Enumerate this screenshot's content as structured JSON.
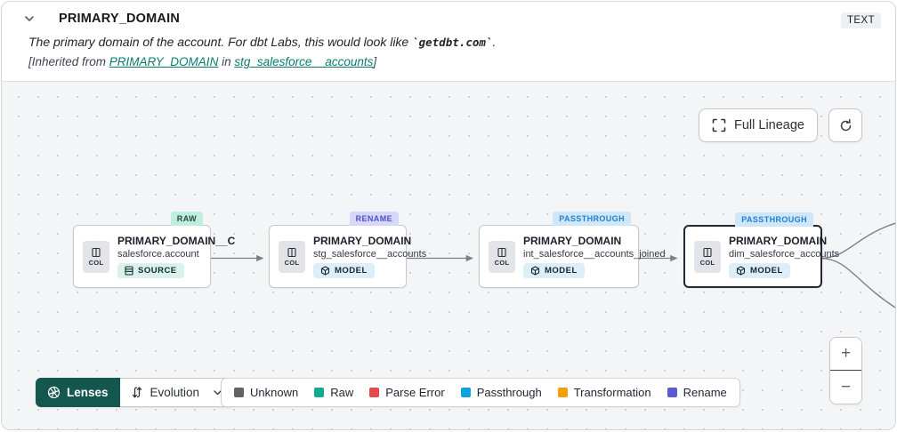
{
  "header": {
    "title": "PRIMARY_DOMAIN",
    "type_badge": "TEXT",
    "description_prefix": "The primary domain of the account. For dbt Labs, this would look like ",
    "description_code": "`getdbt.com`",
    "description_suffix": ".",
    "inherited_prefix": "[Inherited from ",
    "inherited_link_column": "PRIMARY_DOMAIN",
    "inherited_mid": " in ",
    "inherited_link_model": "stg_salesforce__accounts",
    "inherited_suffix": "]"
  },
  "toolbar": {
    "full_lineage_label": "Full Lineage"
  },
  "nodes": [
    {
      "tag": "RAW",
      "tag_bg": "#bfeede",
      "tag_fg": "#1d4e46",
      "title": "PRIMARY_DOMAIN__C",
      "subtitle": "salesforce.account",
      "kind": "SOURCE",
      "col_label": "COL"
    },
    {
      "tag": "RENAME",
      "tag_bg": "#d6d7f9",
      "tag_fg": "#4f51c4",
      "title": "PRIMARY_DOMAIN",
      "subtitle": "stg_salesforce__accounts",
      "kind": "MODEL",
      "col_label": "COL"
    },
    {
      "tag": "PASSTHROUGH",
      "tag_bg": "#cfe7f8",
      "tag_fg": "#1f7fd1",
      "title": "PRIMARY_DOMAIN",
      "subtitle": "int_salesforce__accounts_joined",
      "kind": "MODEL",
      "col_label": "COL"
    },
    {
      "tag": "PASSTHROUGH",
      "tag_bg": "#cfe7f8",
      "tag_fg": "#1f7fd1",
      "title": "PRIMARY_DOMAIN",
      "subtitle": "dim_salesforce_accounts",
      "kind": "MODEL",
      "col_label": "COL"
    }
  ],
  "footer": {
    "lenses_label": "Lenses",
    "lens_selected": "Evolution",
    "legend": [
      {
        "label": "Unknown",
        "color": "#5f6368"
      },
      {
        "label": "Raw",
        "color": "#16a894"
      },
      {
        "label": "Parse Error",
        "color": "#e5484d"
      },
      {
        "label": "Passthrough",
        "color": "#0ea3dd"
      },
      {
        "label": "Transformation",
        "color": "#f2a105"
      },
      {
        "label": "Rename",
        "color": "#5b5bd6"
      }
    ]
  },
  "zoom_controls": {
    "zoom_in": "+",
    "zoom_out": "−"
  },
  "colors": {
    "accent_green": "#14574f",
    "link_teal": "#0c7a6d",
    "edge_gray": "#7a7f88"
  }
}
